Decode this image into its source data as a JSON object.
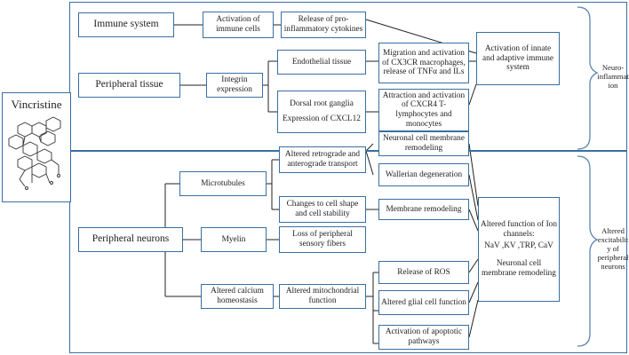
{
  "drug": {
    "title": "Vincristine"
  },
  "sections": {
    "top": {
      "rows": {
        "immune": {
          "label": "Immune system",
          "step1": "Activation of immune cells",
          "step2": "Release of pro-inflammatory cytokines"
        },
        "peripheral_tissue": {
          "label": "Peripheral tissue",
          "step1": "Integrin expression",
          "endothelial": "Endothelial tissue",
          "drg_line1": "Dorsal root ganglia",
          "drg_line2": "Expression of CXCL12",
          "migration_cx3cr": "Migration and activation of CX3CR macrophages, release of TNFα and ILs",
          "attraction_cxcr4": "Attraction and activation of CXCR4 T-lymphocytes and monocytes"
        }
      },
      "convergence": "Activation of innate and adaptive immune system",
      "outcome": "Neuro-inflammation"
    },
    "bottom": {
      "root": "Peripheral neurons",
      "microtubules": {
        "label": "Microtubules",
        "transport": "Altered retrograde and anterograde transport",
        "shape": "Changes to cell shape and cell stability",
        "membrane_remodeling_1": "Neuronal cell membrane remodeling",
        "wallerian": "Wallerian degeneration",
        "membrane_remodeling_2": "Membrane remodeling"
      },
      "myelin": {
        "label": "Myelin",
        "loss": "Loss of peripheral sensory fibers"
      },
      "calcium": {
        "label": "Altered calcium homeostasis",
        "mito": "Altered mitochondrial function",
        "ros": "Release of ROS",
        "glial": "Altered glial cell function",
        "apoptotic": "Activation of apoptotic pathways"
      },
      "convergence": {
        "line1": "Altered function of Ion channels:",
        "channels": "NaV ,KV ,TRP, CaV",
        "line3": "Neuronal cell membrane remodeling"
      },
      "outcome": "Altered excitability of peripheral neurons"
    }
  },
  "colors": {
    "border": "#3a6fa0",
    "line": "#222222"
  }
}
